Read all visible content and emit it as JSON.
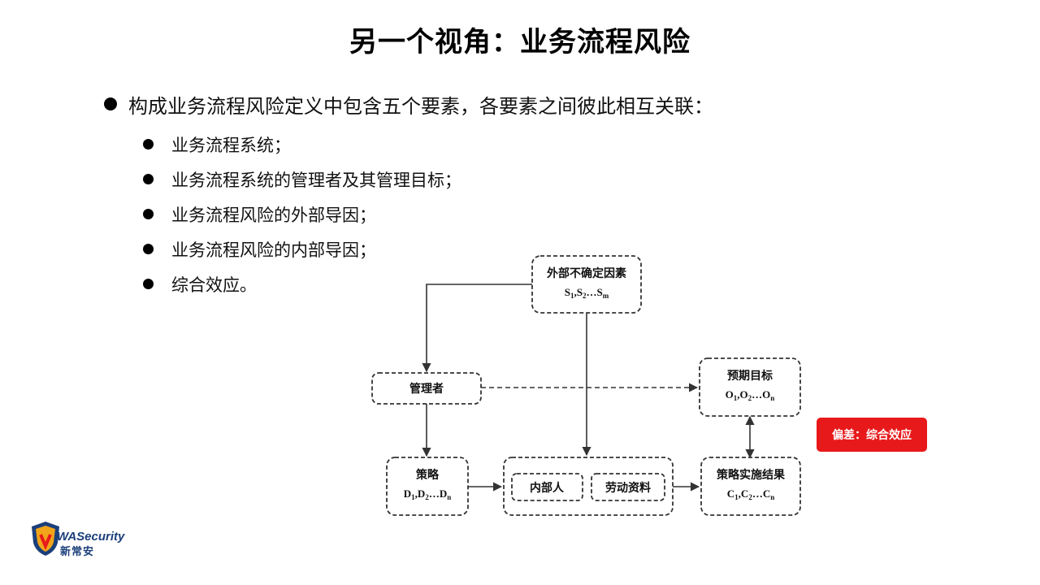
{
  "title": "另一个视角：业务流程风险",
  "bullets": {
    "main": "构成业务流程风险定义中包含五个要素，各要素之间彼此相互关联：",
    "items": [
      "业务流程系统；",
      "业务流程系统的管理者及其管理目标；",
      "业务流程风险的外部导因；",
      "业务流程风险的内部导因；",
      "综合效应。"
    ]
  },
  "diagram": {
    "external": {
      "label": "外部不确定因素",
      "sym": [
        "S",
        "1",
        ",S",
        "2",
        "…S",
        "m"
      ]
    },
    "manager": {
      "label": "管理者"
    },
    "goal": {
      "label": "预期目标",
      "sym": [
        "O",
        "1",
        ",O",
        "2",
        "…O",
        "n"
      ]
    },
    "strategy": {
      "label": "策略",
      "sym": [
        "D",
        "1",
        ",D",
        "2",
        "…D",
        "n"
      ]
    },
    "insider": {
      "label": "内部人"
    },
    "material": {
      "label": "劳动资料"
    },
    "result": {
      "label": "策略实施结果",
      "sym": [
        "C",
        "1",
        ",C",
        "2",
        "…C",
        "n"
      ]
    },
    "deviation": {
      "label": "偏差：综合效应"
    }
  },
  "logo": {
    "wordmark": "WASecurity",
    "cn": "新常安",
    "accent": "#e8191a",
    "brand": "#1b3f7a"
  }
}
